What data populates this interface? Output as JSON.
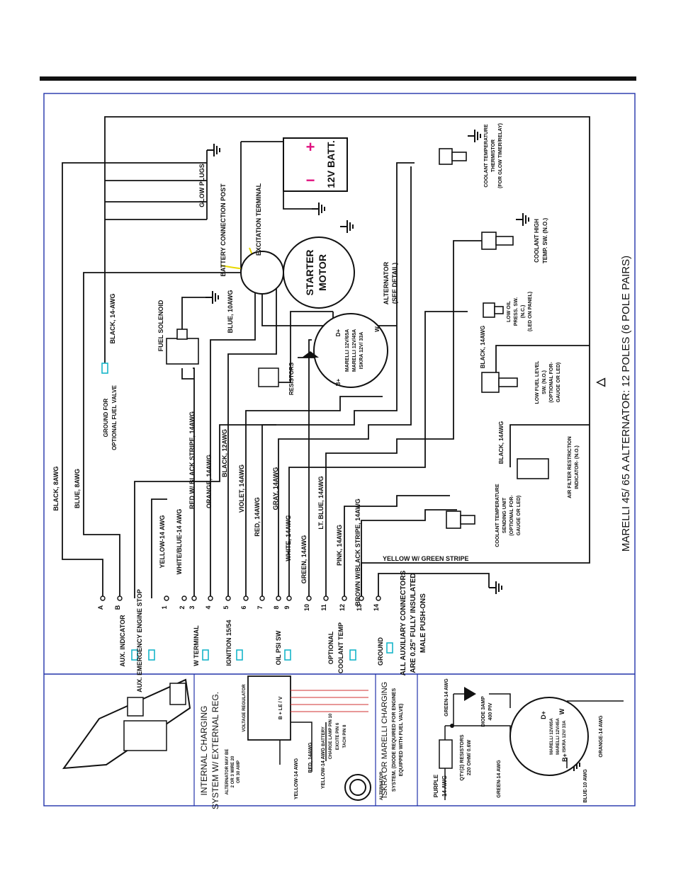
{
  "title_block": "MARELLI 45/ 65 A ALTERNATOR: 12 POLES (6 POLE PAIRS)",
  "delta_symbol": "△",
  "colors": {
    "frame": "#2233aa",
    "wire": "#111111",
    "connector": "#17b5c9",
    "yellow_wire": "#e8d800",
    "plus": "#e0117f"
  },
  "battery": {
    "label": "12V BATT.",
    "plus": "+",
    "minus": "−"
  },
  "starter": {
    "label1": "STARTER",
    "label2": "MOTOR"
  },
  "alternator": {
    "caption1": "ALTERNATOR",
    "caption2": "(SEE DETAIL)",
    "dplus": "D+",
    "bplus": "B+",
    "w": "W",
    "line1": "MARELLI 12V/65A",
    "line2": "MARELLI 12V/45A",
    "line3": "ISKRA 12V/ 33A"
  },
  "labels": {
    "battery_post": "BATTERY CONNECTION POST",
    "excitation": "EXCITATION TERMINAL",
    "glow_plugs": "GLOW PLUGS",
    "fuel_solenoid": "FUEL SOLENOID",
    "resistors": "RESISTORS",
    "blue_10awg": "BLUE, 10AWG",
    "black_14awg_fuel": "BLACK, 14-AWG",
    "ground_fuel_1": "GROUND FOR",
    "ground_fuel_2": "OPTIONAL FUEL VALVE",
    "coolant_therm_1": "COOLANT TEMPERATURE",
    "coolant_therm_2": "THERMISTOR",
    "coolant_therm_3": "(FOR GLOW TIMER/RELAY)",
    "coolant_high_1": "COOLANT HIGH",
    "coolant_high_2": "TEMP. SW. (N.O.)",
    "low_oil_1": "LOW OIL",
    "low_oil_2": "PRESS. SW.",
    "low_oil_3": "(N.C.)",
    "low_oil_4": "(LED ON PANEL)",
    "low_fuel_1": "LOW FUEL LEVEL",
    "low_fuel_2": "SW. (N.O.)",
    "low_fuel_3": "(OPTIONAL FOR-",
    "low_fuel_4": "GAUGE OR LED)",
    "air_filter_1": "AIR FILTER RESTRICTION",
    "air_filter_2": "INDICATOR- (N.O.)",
    "coolant_send_1": "COOLANT TEMPERATURE",
    "coolant_send_2": "SENDING UNIT",
    "coolant_send_3": "(OPTIONAL FOR-",
    "coolant_send_4": "GAUGE OR LED)",
    "black_14awg_a": "BLACK, 14AWG",
    "black_14awg_b": "BLACK, 14AWG",
    "yellow_green": "YELLOW W/ GREEN STRIPE",
    "aux_note_1": "ALL AUXILIARY CONNECTORS",
    "aux_note_2": "ARE 0.25\" FULLY INSULATED",
    "aux_note_3": "MALE PUSH-ONS"
  },
  "wire_labels": [
    "BLACK, 8AWG",
    "BLUE, 8AWG",
    "YELLOW-14 AWG",
    "WHITE/BLUE-14 AWG",
    "RED W/ BLACK STRIPE, 14AWG",
    "ORANGE, 14AWG",
    "BLACK, 12AWG",
    "VIOLET, 14AWG",
    "RED, 14AWG",
    "GRAY, 14AWG",
    "WHITE, 14AWG",
    "GREEN, 14AWG",
    "LT. BLUE, 14AWG",
    "PINK, 14AWG",
    "BROWN W/BLACK STRIPE, 14AWG"
  ],
  "pins": [
    "A",
    "B",
    "1",
    "2",
    "3",
    "4",
    "5",
    "6",
    "7",
    "8",
    "9",
    "10",
    "11",
    "12",
    "13",
    "14"
  ],
  "functions": [
    "AUX. INDICATOR",
    "AUX. EMERGENCY ENGINE STOP",
    "W TERMINAL",
    "IGNITION 15/54",
    "OIL PSI SW",
    "OPTIONAL",
    "COOLANT TEMP",
    "GROUND"
  ],
  "detail_internal": {
    "title1": "INTERNAL CHARGING",
    "title2": "SYSTEM W/ EXTERNAL REG.",
    "note1": "ALTERNATOR MAY BE",
    "note2": "2 OR 3 WIRE 20",
    "note3": "OR 30 AMP",
    "regulator": "VOLTAGE REGULATOR",
    "pins": "B  + LE  / V",
    "battery": "BATTERY",
    "charge_lamp": "CHARGE LAMP PIN 10",
    "excite": "EXCITE PIN 6",
    "tach": "TACH PIN 8",
    "red": "RED, 14AWG",
    "yellow_a": "YELLOW-14 AWG",
    "yellow_b": "YELLOW-14 AWG",
    "alternator": "ALTERNATOR"
  },
  "detail_iskra": {
    "title1": "ISKRA OR MARELLI CHARGING",
    "title2": "SYSTEM. (DIODE REQUIRED FOR ENGINES",
    "title3": "EQUIPPED WITH FUEL VALVE)",
    "green_top": "GREEN-14 AWG",
    "diode1": "DIODE 3AMP",
    "diode2": "400 PIV",
    "resistors1": "QTY(2) RESISTORS",
    "resistors2": "220 OHM/ 0.6W",
    "green_bottom": "GREEN-14 AWG",
    "purple1": "PURPLE",
    "purple2": "14 AWG",
    "orange": "ORANGE-14 AWG",
    "blue": "BLUE-10 AWG",
    "dplus": "D+",
    "bplus": "B+",
    "w": "W",
    "line1": "MARELLI 12V/65A",
    "line2": "MARELLI 12V/45A",
    "line3": "ISKRA 12V/ 33A"
  }
}
